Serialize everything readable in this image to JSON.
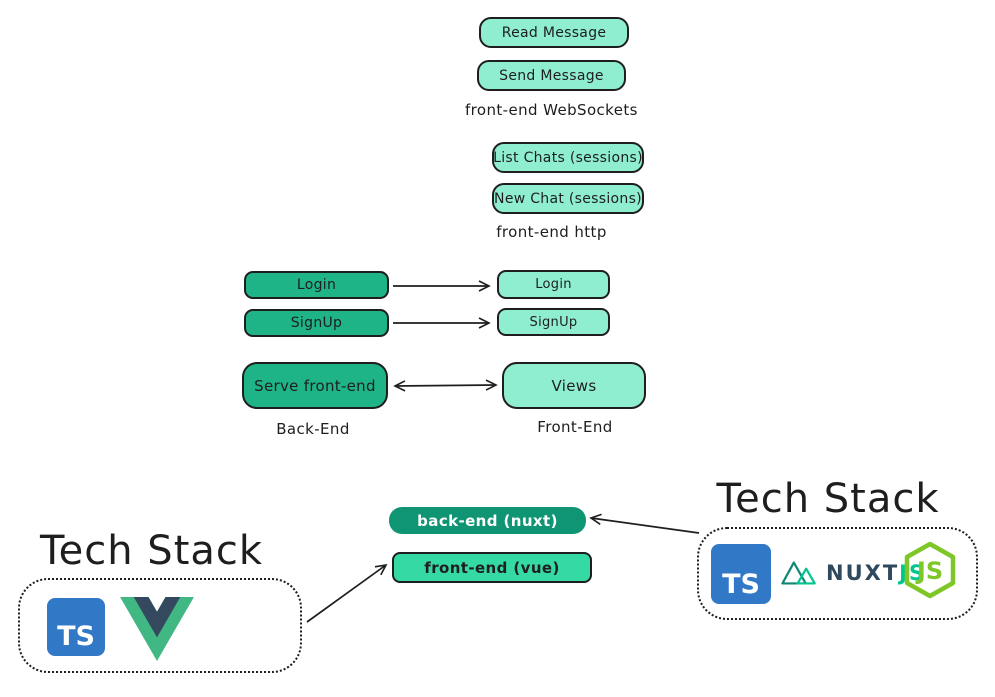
{
  "colors": {
    "stroke": "#1e1e1e",
    "box_dark_green": "#1eb488",
    "box_light_mint": "#8feed0",
    "backend_nuxt_green": "#0f9573",
    "frontend_vue_green": "#35d9a4",
    "ts_blue": "#3178c6",
    "vue_green": "#41b883",
    "vue_navy": "#34495e",
    "nuxt_teal": "#00c58e",
    "nuxt_navy": "#2f495e",
    "nodejs_green": "#7fc728"
  },
  "websockets": {
    "read": "Read Message",
    "send": "Send Message",
    "caption": "front-end WebSockets"
  },
  "http": {
    "list_chats": "List Chats (sessions)",
    "new_chat": "New Chat (sessions)",
    "caption": "front-end http"
  },
  "auth": {
    "login_back": "Login",
    "login_front": "Login",
    "signup_back": "SignUp",
    "signup_front": "SignUp"
  },
  "serve": {
    "serve_frontend": "Serve front-end",
    "views": "Views",
    "backend_caption": "Back-End",
    "frontend_caption": "Front-End"
  },
  "stack": {
    "backend_box": "back-end (nuxt)",
    "frontend_box": "front-end (vue)",
    "left_title": "Tech Stack",
    "right_title": "Tech Stack",
    "ts_label": "TS",
    "nuxt_name": "NUXT",
    "nuxt_js": "JS",
    "nodejs_label": "JS"
  }
}
